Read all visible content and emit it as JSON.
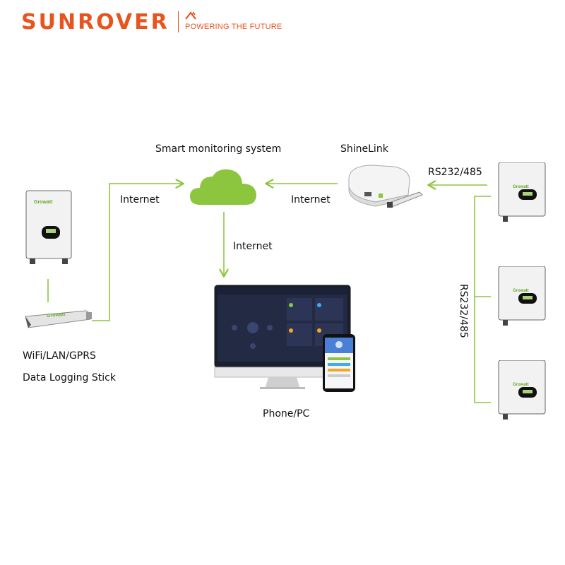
{
  "brand": {
    "name": "SUNROVER",
    "tagline": "POWERING THE FUTURE",
    "color": "#e8541f"
  },
  "accent_color": "#8cc63f",
  "labels": {
    "cloud": "Smart monitoring system",
    "shinelink": "ShineLink",
    "internet_left": "Internet",
    "internet_right": "Internet",
    "internet_down": "Internet",
    "rs_top": "RS232/485",
    "rs_vertical": "RS232/485",
    "stick_line1": "WiFi/LAN/GPRS",
    "stick_line2": "Data Logging Stick",
    "phone_pc": "Phone/PC"
  },
  "device_text": {
    "inverter_logo": "Growatt",
    "stick_logo": "Growatt"
  }
}
